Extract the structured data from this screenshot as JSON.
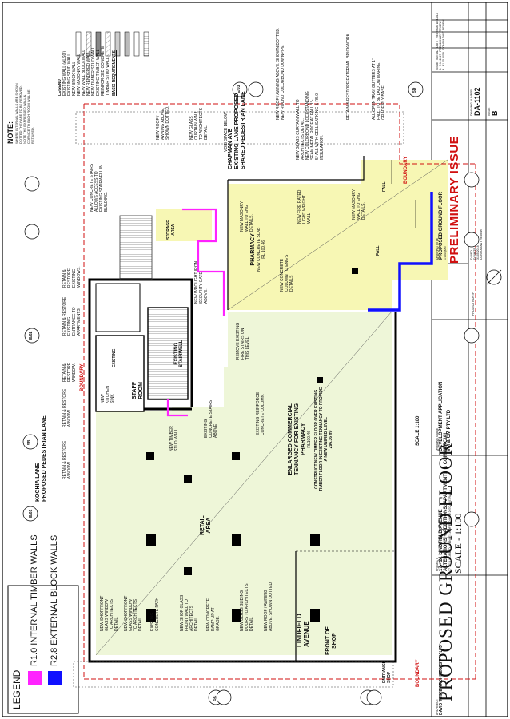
{
  "drawing_title": "PROPOSED GROUND FLOOR",
  "scale_label": "SCALE - 1:100",
  "scale_small": "SCALE 1:100",
  "preliminary": "PRELIMINARY ISSUE",
  "legend": {
    "title": "LEGEND",
    "items": [
      {
        "label": "R1.0 INTERNAL TIMBER WALLS",
        "color": "#ff22ff"
      },
      {
        "label": "R2.8 EXTERNAL BLOCK WALLS",
        "color": "#1010ff"
      }
    ]
  },
  "streets": {
    "kochia": [
      "KOCHIA LANE",
      "PROPOSED PEDESTRIAN LANE"
    ],
    "chapman": [
      "CHAPMAN AVE",
      "EXISTING LANE PROPOSED",
      "SHARED PEDESTRIAN LANE"
    ],
    "lindfield": [
      "LINDFIELD",
      "AVENUE"
    ]
  },
  "boundary": "BOUNDARY",
  "rooms": {
    "main": [
      "ENLARGED COMMERCIAL",
      "TENNANCY FOR EXISTING",
      "PHARMACY",
      "RL100.46"
    ],
    "main_note": [
      "CONSTRUCT NEW TIMBER FLOOR OVER EXISTING",
      "TIMBER FLOOR IN EXISTING TENNANCY TO PROVIDE",
      "A NEW UNIFIED LEVEL",
      "296.36 m²"
    ],
    "pharmacy": [
      "PHARMACY",
      "NEW CONCRETE SLAB",
      "RL 100.46"
    ],
    "retail": [
      "RETAIL",
      "AREA"
    ],
    "front": [
      "FRONT OF",
      "SHOP"
    ],
    "staff": [
      "STAFF",
      "ROOM"
    ],
    "storage": [
      "STORAGE",
      "AREA"
    ],
    "stair": [
      "EXISTING",
      "STAIRWELL"
    ],
    "existing": "EXISTING",
    "kitchen": [
      "NEW",
      "KITCHEN",
      "SINK"
    ],
    "entrance": [
      "ENTRANCE",
      "SHOP"
    ]
  },
  "plan_notes": {
    "void": "VOID SPACE BELOW",
    "wrought": [
      "NEW WROUGHT IRON",
      "SECURITY GATE",
      "ABOVE."
    ],
    "masonry1": [
      "NEW MASONRY",
      "WALL TO ENG",
      "DETAILS."
    ],
    "firerated": [
      "NEW FIRE RATED",
      "LIGHT WEIGHT",
      "WALL"
    ],
    "masonry2": [
      "NEW MASONRY",
      "WALL TO ENG",
      "DETAILS."
    ],
    "column": [
      "NEW CONCRETE",
      "COLUMN TO ENG'S",
      "DETAILS"
    ],
    "remove_stairs": [
      "REMOVE EXISTING",
      "FIRE STAIRS ON",
      "THIS LEVEL"
    ],
    "reinforce": [
      "EXISTING REINFORCE",
      "CONCRETE COLUMN."
    ],
    "concrete_stairs": [
      "EXISTING",
      "CONCRETE STAIRS",
      "ABOVE"
    ],
    "stud": [
      "NEW TIMBER",
      "STUD WALL"
    ],
    "fall": "FALL",
    "concrete_stairs2": [
      "NEW CONCRETE STAIRS",
      "ALLOWS ACCESS TO",
      "EXISTING STAIRWELL IN",
      "BUILDING."
    ]
  },
  "left_notes": [
    [
      "NEW SHOPFRONT",
      "GLASS WINDOW",
      "TO ARCHITECTS",
      "DETAIL."
    ],
    [
      "NEW SHOPFRONT",
      "GLASS WINDOW",
      "TO ARCHITECTS",
      "DETAIL."
    ],
    [
      "EXISTING",
      "CONCRETE PATH"
    ],
    [
      "NEW SHOP GLASS",
      "FRONT WALL TO",
      "ARCHITECTS",
      "DETAIL."
    ],
    [
      "NEW CONCRETE",
      "RAMP UP AT",
      "GRADE."
    ],
    [
      "NEW GLASS SLIDING",
      "DOORS TO ARCHITECTS",
      "DETAIL."
    ],
    [
      "NEW ROOF / AWNING",
      "ABOVE. SHOWN DOTTED."
    ]
  ],
  "right_notes": [
    [
      "RETAIN & RESTORE",
      "WINDOW."
    ],
    [
      "RETAIN & RESTORE",
      "WINDOW."
    ],
    [
      "RETAIN &",
      "RESTORE",
      "WINDOW."
    ],
    [
      "RETAIN & RESTORE",
      "EXISTING",
      "ENTRANCE TO",
      "APARTMENTS."
    ],
    [
      "RETAIN &",
      "RESTORE",
      "EXISTING",
      "WINDOWS."
    ],
    [
      "NEW ROOF /",
      "AWNING ABOVE,",
      "SHOWN DOTTED."
    ],
    [
      "NEW GLASS",
      "CURTAIN WALL",
      "TO ARCHITECTS",
      "DETAIL."
    ],
    [
      "NEW ROOF / AWNING ABOVE. SHOWN DOTTED.",
      "NEW ROUND COLORBOND DOWNPIPE"
    ]
  ],
  "top_notes": [
    [
      "NEW GLASS CURTAIN WALL TO",
      "ARCHITECTS DETAIL.",
      "NEW COLORBOND LOCKSTANDING",
      "SEAM METAL ROOF AT FALL 1°-",
      "5° ALL WITH CELL SARKING & R5.0",
      "INSULATION."
    ],
    [
      "RETAIN & RESTORE EXTERNAL BRICKWORK."
    ],
    [
      "ALL OPEN TRAY GUTTERS AT 1°",
      "FALL. TO BE LAID ON MARINE",
      "GRADE PLY BASE."
    ]
  ],
  "top_left_note": {
    "title": "NOTE:",
    "lines": [
      "WHERE INTERNAL WALLS ARE SHOWN",
      "DOTTED THEY ARE TO BE REMOVED.",
      "NOTE THE EXPRESSED WALL &",
      "CORNICE TO EACH ROOM WILL BE",
      "RETAINED."
    ]
  },
  "hatch_legend": {
    "title": "LEGEND",
    "items": [
      "EXISTING WALL (ALSO)",
      "EXISTING STUD WALL",
      "NEW BRICK WALL",
      "NEW MASONRY WALL",
      "NEW WALL BLOCKWALL",
      "NEW RENDERED WALL",
      "NEW TIMBER STUD WALL",
      "EXISTING TIMBER WALL",
      "REINFORCED CONCRETE",
      "TIMBER STUD WALL"
    ],
    "basix": "BASIX REQUIREMENTS"
  },
  "title_block": {
    "architect": "ARCHITECT",
    "firm": "DAVID WHITE ARCHITECTS PTY LTD",
    "project_label": "PROJECT",
    "project": [
      "17 - 21 LINDFIELD AVENUE",
      "ALTERATIONS + ADDITIONS: APARTMENTS & COMMERCIAL",
      "17 - 21 LINDFIELD AVENUE LINDFIELD NSW 2070 AUSTRALIA"
    ],
    "stage_label": "DRAWING STAGE",
    "stage": "DEVELOPMENT APPLICATION",
    "client_label": "CLIENT",
    "client": "VM & CM PTY LTD",
    "drawing_label": "DRAWING TITLE",
    "drawing": "PROPOSED GROUND FLOOR",
    "scale": "1:100@A3",
    "drawn": "D.RIED",
    "checked": "D.WHITE",
    "issue_date": "31.05.2018",
    "issue_desc": "CONSULTANT REVIEW",
    "number_label": "DRAWING NUMBER",
    "number": "DA-1102",
    "issue_label": "ISSUE",
    "issue": "B",
    "revisions": [
      {
        "issue": "A",
        "date": "9.11.2017",
        "desc": "PRELIMINARY REVIEW"
      },
      {
        "issue": "B",
        "date": "31.05.2018",
        "desc": "CONSULTANT REVIEW"
      }
    ],
    "rev_headers": [
      "ISSUE",
      "INITIAL",
      "DATE",
      "REVISION DETAILS"
    ],
    "north": "PROJECT NORTH"
  },
  "section_markers": [
    {
      "id": "5B",
      "sheet": "DA-1102"
    },
    {
      "id": "5C",
      "sheet": "DA-1103"
    },
    {
      "id": "5D",
      "sheet": "DA-1103"
    },
    {
      "id": "E/01",
      "sheet": ""
    },
    {
      "id": "E/02",
      "sheet": ""
    },
    {
      "id": "E/03",
      "sheet": ""
    }
  ]
}
